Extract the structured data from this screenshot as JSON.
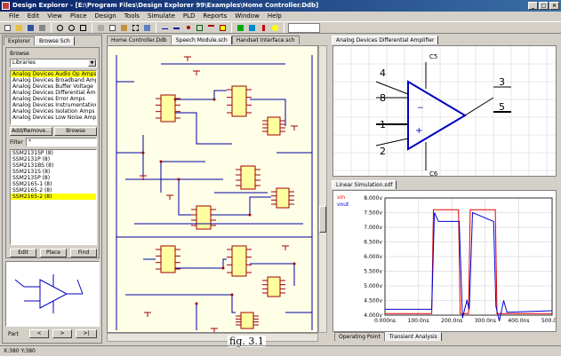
{
  "window": {
    "title": "Design Explorer - [E:\\Program Files\\Design Explorer 99\\Examples\\Home Controller.Ddb]"
  },
  "menu": [
    "File",
    "Edit",
    "View",
    "Place",
    "Design",
    "Tools",
    "Simulate",
    "PLD",
    "Reports",
    "Window",
    "Help"
  ],
  "left_panel": {
    "tabs": [
      "Explorer",
      "Browse Sch"
    ],
    "browse_label": "Browse",
    "browse_select": "Libraries",
    "library_items": [
      "Analog Devices Audio Op Amps",
      "Analog Devices Broadband Amps",
      "Analog Devices Buffer Voltage",
      "Analog Devices Differential Amps",
      "Analog Devices Error Amps",
      "Analog Devices Instrumentation",
      "Analog Devices Isolation Amps",
      "Analog Devices Low Noise Amps"
    ],
    "add_remove_label": "Add/Remove...",
    "browse_button": "Browse",
    "filter_label": "Filter",
    "filter_value": "*",
    "component_items": [
      "SSM2131SP (8)",
      "SSM2131P (8)",
      "SSM2131BS (8)",
      "SSM2131S (8)",
      "SSM2135P (8)",
      "SSM2165-1 (8)",
      "SSM2165-2 (8)",
      "SSM2165-2 (8)"
    ],
    "edit_label": "Edit",
    "place_label": "Place",
    "find_label": "Find",
    "part_label": "Part",
    "part_prev": "<",
    "part_next": ">",
    "part_last": ">|"
  },
  "schematic_tabs": [
    "Home Controller.Ddb",
    "Speech Module.sch",
    "Handset Interface.sch"
  ],
  "opamp_panel": {
    "tab": "Analog Devices Differential Amplifier",
    "pins": [
      "4",
      "8",
      "1",
      "2",
      "3",
      "5"
    ],
    "extra_labels": [
      "C6",
      "C5"
    ]
  },
  "waveform_panel": {
    "tab": "Linear Simulation.sdf",
    "legend": [
      "vin",
      "vout"
    ],
    "bottom_tabs": [
      "Operating Point",
      "Transient Analysis"
    ]
  },
  "chart_data": {
    "type": "line",
    "title": "",
    "xlabel": "",
    "ylabel": "",
    "ylim": [
      4.0,
      8.0
    ],
    "yticks": [
      "8.000v",
      "7.500v",
      "7.000v",
      "6.500v",
      "6.000v",
      "5.500v",
      "5.000v",
      "4.500v",
      "4.000v"
    ],
    "xticks": [
      "0.000ns",
      "100.0ns",
      "200.0ns",
      "300.0ns",
      "400.0ns",
      "500.0ns"
    ],
    "xlim": [
      0,
      500
    ],
    "series": [
      {
        "name": "vin",
        "color": "#e00000",
        "x": [
          0,
          140,
          145,
          150,
          215,
          220,
          225,
          245,
          250,
          255,
          325,
          330,
          335,
          390,
          395,
          400,
          460,
          500
        ],
        "y": [
          4.05,
          4.05,
          7.6,
          7.6,
          7.6,
          7.6,
          4.05,
          4.05,
          4.05,
          7.6,
          7.6,
          7.6,
          4.05,
          4.05,
          4.05,
          4.05,
          4.05,
          4.05
        ]
      },
      {
        "name": "vout",
        "color": "#0000d0",
        "x": [
          0,
          140,
          148,
          160,
          215,
          222,
          232,
          245,
          252,
          262,
          325,
          332,
          342,
          355,
          365,
          500
        ],
        "y": [
          4.2,
          4.2,
          7.5,
          7.2,
          7.2,
          7.2,
          3.9,
          4.5,
          4.2,
          7.5,
          7.2,
          4.3,
          3.8,
          4.5,
          4.1,
          4.15
        ]
      }
    ]
  },
  "status": {
    "coords": "X:380 Y:380"
  },
  "caption": "fig. 3.1"
}
